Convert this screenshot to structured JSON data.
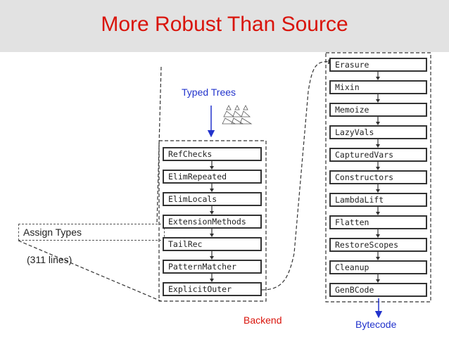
{
  "header": {
    "title": "More Robust Than Source"
  },
  "annotations": {
    "assign_types": "Assign Types",
    "lines": "(311 lines)",
    "typed_trees": "Typed Trees",
    "backend": "Backend",
    "bytecode": "Bytecode"
  },
  "pipeline_left": [
    "RefChecks",
    "ElimRepeated",
    "ElimLocals",
    "ExtensionMethods",
    "TailRec",
    "PatternMatcher",
    "ExplicitOuter"
  ],
  "pipeline_right": [
    "Erasure",
    "Mixin",
    "Memoize",
    "LazyVals",
    "CapturedVars",
    "Constructors",
    "LambdaLift",
    "Flatten",
    "RestoreScopes",
    "Cleanup",
    "GenBCode"
  ],
  "colors": {
    "title": "#d9140b",
    "header_bg": "#e2e2e2",
    "arrow_blue": "#2233cc",
    "box_border": "#333333"
  }
}
